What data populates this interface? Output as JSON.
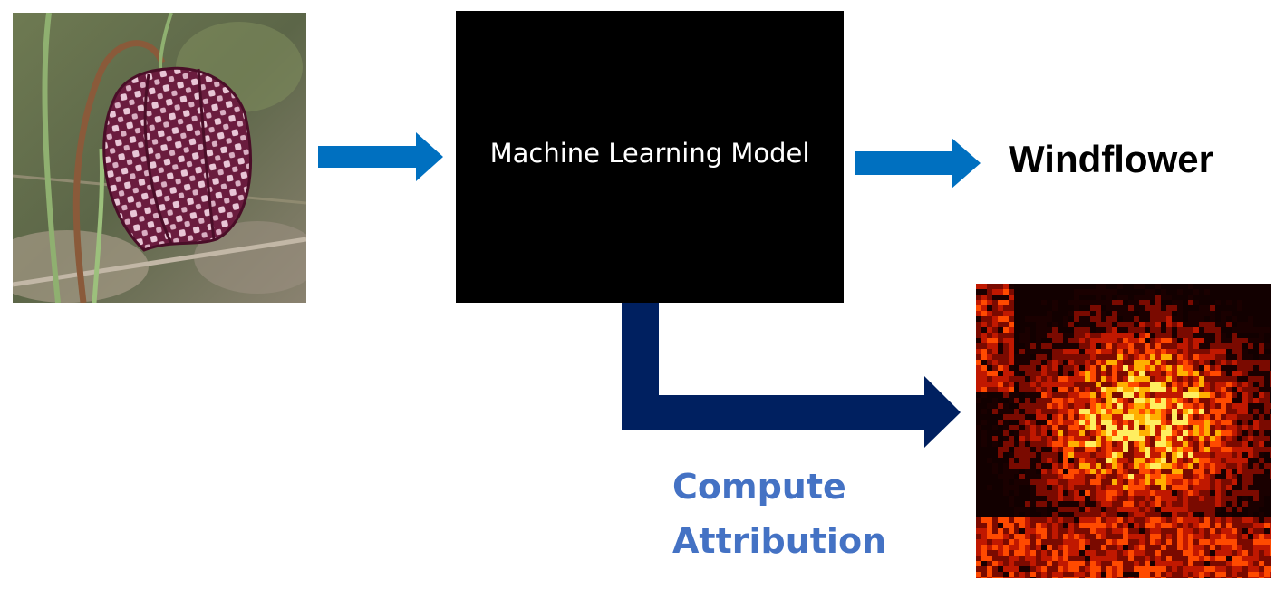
{
  "model": {
    "label": "Machine Learning Model"
  },
  "prediction": {
    "label": "Windflower"
  },
  "attribution": {
    "line1": "Compute",
    "line2": "Attribution"
  },
  "colors": {
    "input_arrow": "#0070c0",
    "output_arrow": "#0070c0",
    "attribution_arrow": "#002060",
    "attribution_text": "#4472c4",
    "model_box": "#000000",
    "heatmap_palette": [
      "#1a0000",
      "#7a0a00",
      "#c01800",
      "#ff4a00",
      "#ffb000",
      "#ffee60"
    ]
  },
  "icons": {
    "input_image": "fritillary-flower-photo",
    "output_map": "saliency-heatmap"
  }
}
